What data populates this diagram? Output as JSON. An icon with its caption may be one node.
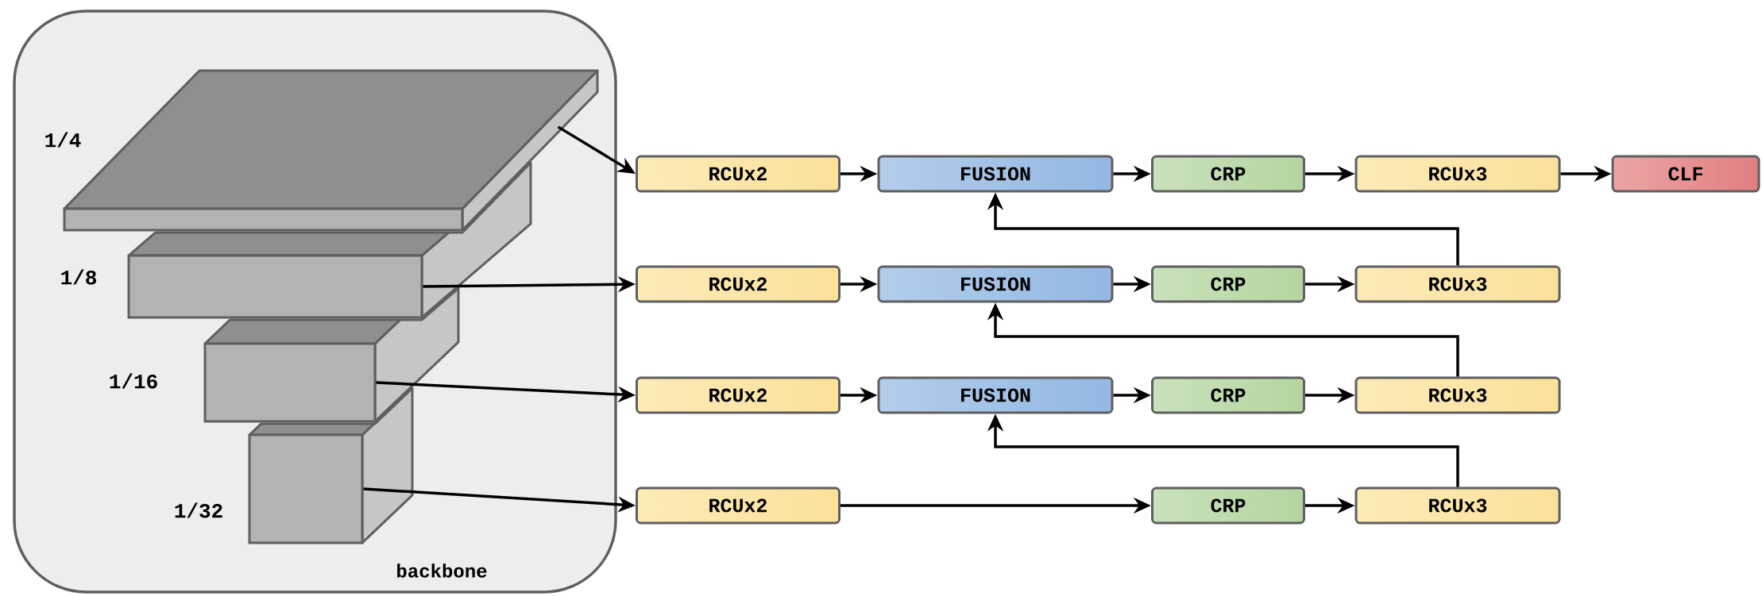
{
  "diagram": {
    "nodes": [
      {
        "text": [
          "backbone"
        ]
      },
      {
        "text": [],
        "shape": "box",
        "in": 0,
        "beside": [
          "1/4"
        ]
      },
      {
        "text": [],
        "shape": "box",
        "in": 0,
        "beside": [
          "1/8"
        ]
      },
      {
        "text": [],
        "shape": "box",
        "in": 0,
        "beside": [
          "1/16"
        ]
      },
      {
        "text": [],
        "shape": "box",
        "in": 0,
        "beside": [
          "1/32"
        ]
      },
      {
        "text": [
          "RCUx2"
        ]
      },
      {
        "text": [
          "FUSION"
        ]
      },
      {
        "text": [
          "CRP"
        ]
      },
      {
        "text": [
          "RCUx3"
        ]
      },
      {
        "text": [
          "CLF"
        ]
      },
      {
        "text": [
          "RCUx2"
        ]
      },
      {
        "text": [
          "FUSION"
        ]
      },
      {
        "text": [
          "CRP"
        ]
      },
      {
        "text": [
          "RCUx3"
        ]
      },
      {
        "text": [
          "RCUx2"
        ]
      },
      {
        "text": [
          "FUSION"
        ]
      },
      {
        "text": [
          "CRP"
        ]
      },
      {
        "text": [
          "RCUx3"
        ]
      },
      {
        "text": [
          "RCUx2"
        ]
      },
      {
        "text": [
          "CRP"
        ]
      },
      {
        "text": [
          "RCUx3"
        ]
      }
    ],
    "edges": [
      {
        "from": 1,
        "to": 5,
        "arrow": "to"
      },
      {
        "from": 2,
        "to": 10,
        "arrow": "to"
      },
      {
        "from": 3,
        "to": 14,
        "arrow": "to"
      },
      {
        "from": 4,
        "to": 18,
        "arrow": "to"
      },
      {
        "from": 5,
        "to": 6,
        "arrow": "to"
      },
      {
        "from": 6,
        "to": 7,
        "arrow": "to"
      },
      {
        "from": 7,
        "to": 8,
        "arrow": "to"
      },
      {
        "from": 8,
        "to": 9,
        "arrow": "to"
      },
      {
        "from": 10,
        "to": 11,
        "arrow": "to"
      },
      {
        "from": 11,
        "to": 12,
        "arrow": "to"
      },
      {
        "from": 12,
        "to": 13,
        "arrow": "to"
      },
      {
        "from": 13,
        "to": 6,
        "arrow": "to"
      },
      {
        "from": 14,
        "to": 15,
        "arrow": "to"
      },
      {
        "from": 15,
        "to": 16,
        "arrow": "to"
      },
      {
        "from": 16,
        "to": 17,
        "arrow": "to"
      },
      {
        "from": 17,
        "to": 11,
        "arrow": "to"
      },
      {
        "from": 18,
        "to": 19,
        "arrow": "to"
      },
      {
        "from": 19,
        "to": 20,
        "arrow": "to"
      },
      {
        "from": 20,
        "to": 15,
        "arrow": "to"
      }
    ]
  }
}
